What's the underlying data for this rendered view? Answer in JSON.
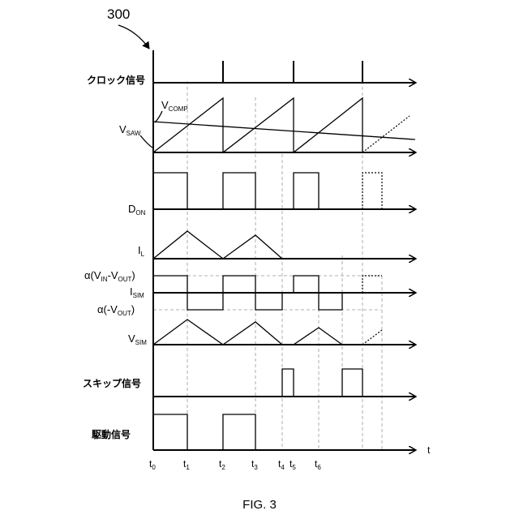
{
  "figure": {
    "ref_number": "300",
    "caption": "FIG. 3",
    "time_axis_label": "t"
  },
  "signals": {
    "clock": "クロック信号",
    "vcomp_main": "V",
    "vcomp_sub": "COMP",
    "vsaw_main": "V",
    "vsaw_sub": "SAW",
    "don_main": "D",
    "don_sub": "ON",
    "il_main": "I",
    "il_sub": "L",
    "alpha_pos_a": "α(V",
    "alpha_pos_b": "IN",
    "alpha_pos_c": "-V",
    "alpha_pos_d": "OUT",
    "alpha_pos_e": ")",
    "isim_main": "I",
    "isim_sub": "SIM",
    "alpha_neg_a": "α(-V",
    "alpha_neg_b": "OUT",
    "alpha_neg_c": ")",
    "vsim_main": "V",
    "vsim_sub": "SIM",
    "skip": "スキップ信号",
    "drive": "駆動信号"
  },
  "time_marks": [
    {
      "main": "t",
      "sub": "0"
    },
    {
      "main": "t",
      "sub": "1"
    },
    {
      "main": "t",
      "sub": "2"
    },
    {
      "main": "t",
      "sub": "3"
    },
    {
      "main": "t",
      "sub": "4"
    },
    {
      "main": "t",
      "sub": "5"
    },
    {
      "main": "t",
      "sub": "6"
    }
  ],
  "time_mark_x": [
    189,
    231,
    275,
    315,
    348,
    362,
    393
  ]
}
